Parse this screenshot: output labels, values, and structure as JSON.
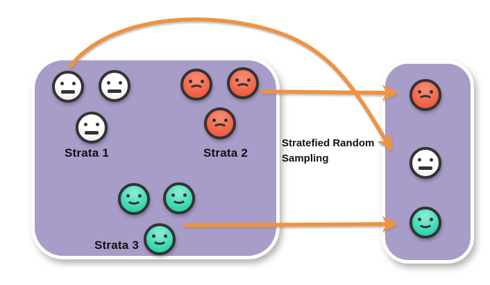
{
  "caption": "Stratefied Random Sampling",
  "population": {
    "groups": [
      {
        "label": "Strata 1",
        "mood": "neutral",
        "face_color": "#ffffff",
        "count": 3
      },
      {
        "label": "Strata 2",
        "mood": "sad",
        "face_color": "#f25b3f",
        "count": 3
      },
      {
        "label": "Strata 3",
        "mood": "happy",
        "face_color": "#2fd3ab",
        "count": 3
      }
    ]
  },
  "sample": {
    "faces": [
      {
        "mood": "sad",
        "from": "Strata 2"
      },
      {
        "mood": "neutral",
        "from": "Strata 1"
      },
      {
        "mood": "happy",
        "from": "Strata 3"
      }
    ]
  },
  "colors": {
    "box_fill": "#a89cc8",
    "arrow": "#f0923f",
    "face_outline": "#333333",
    "text": "#111111",
    "red_face": "#f25b3f",
    "teal_face": "#2fd3ab",
    "white_face": "#ffffff"
  }
}
